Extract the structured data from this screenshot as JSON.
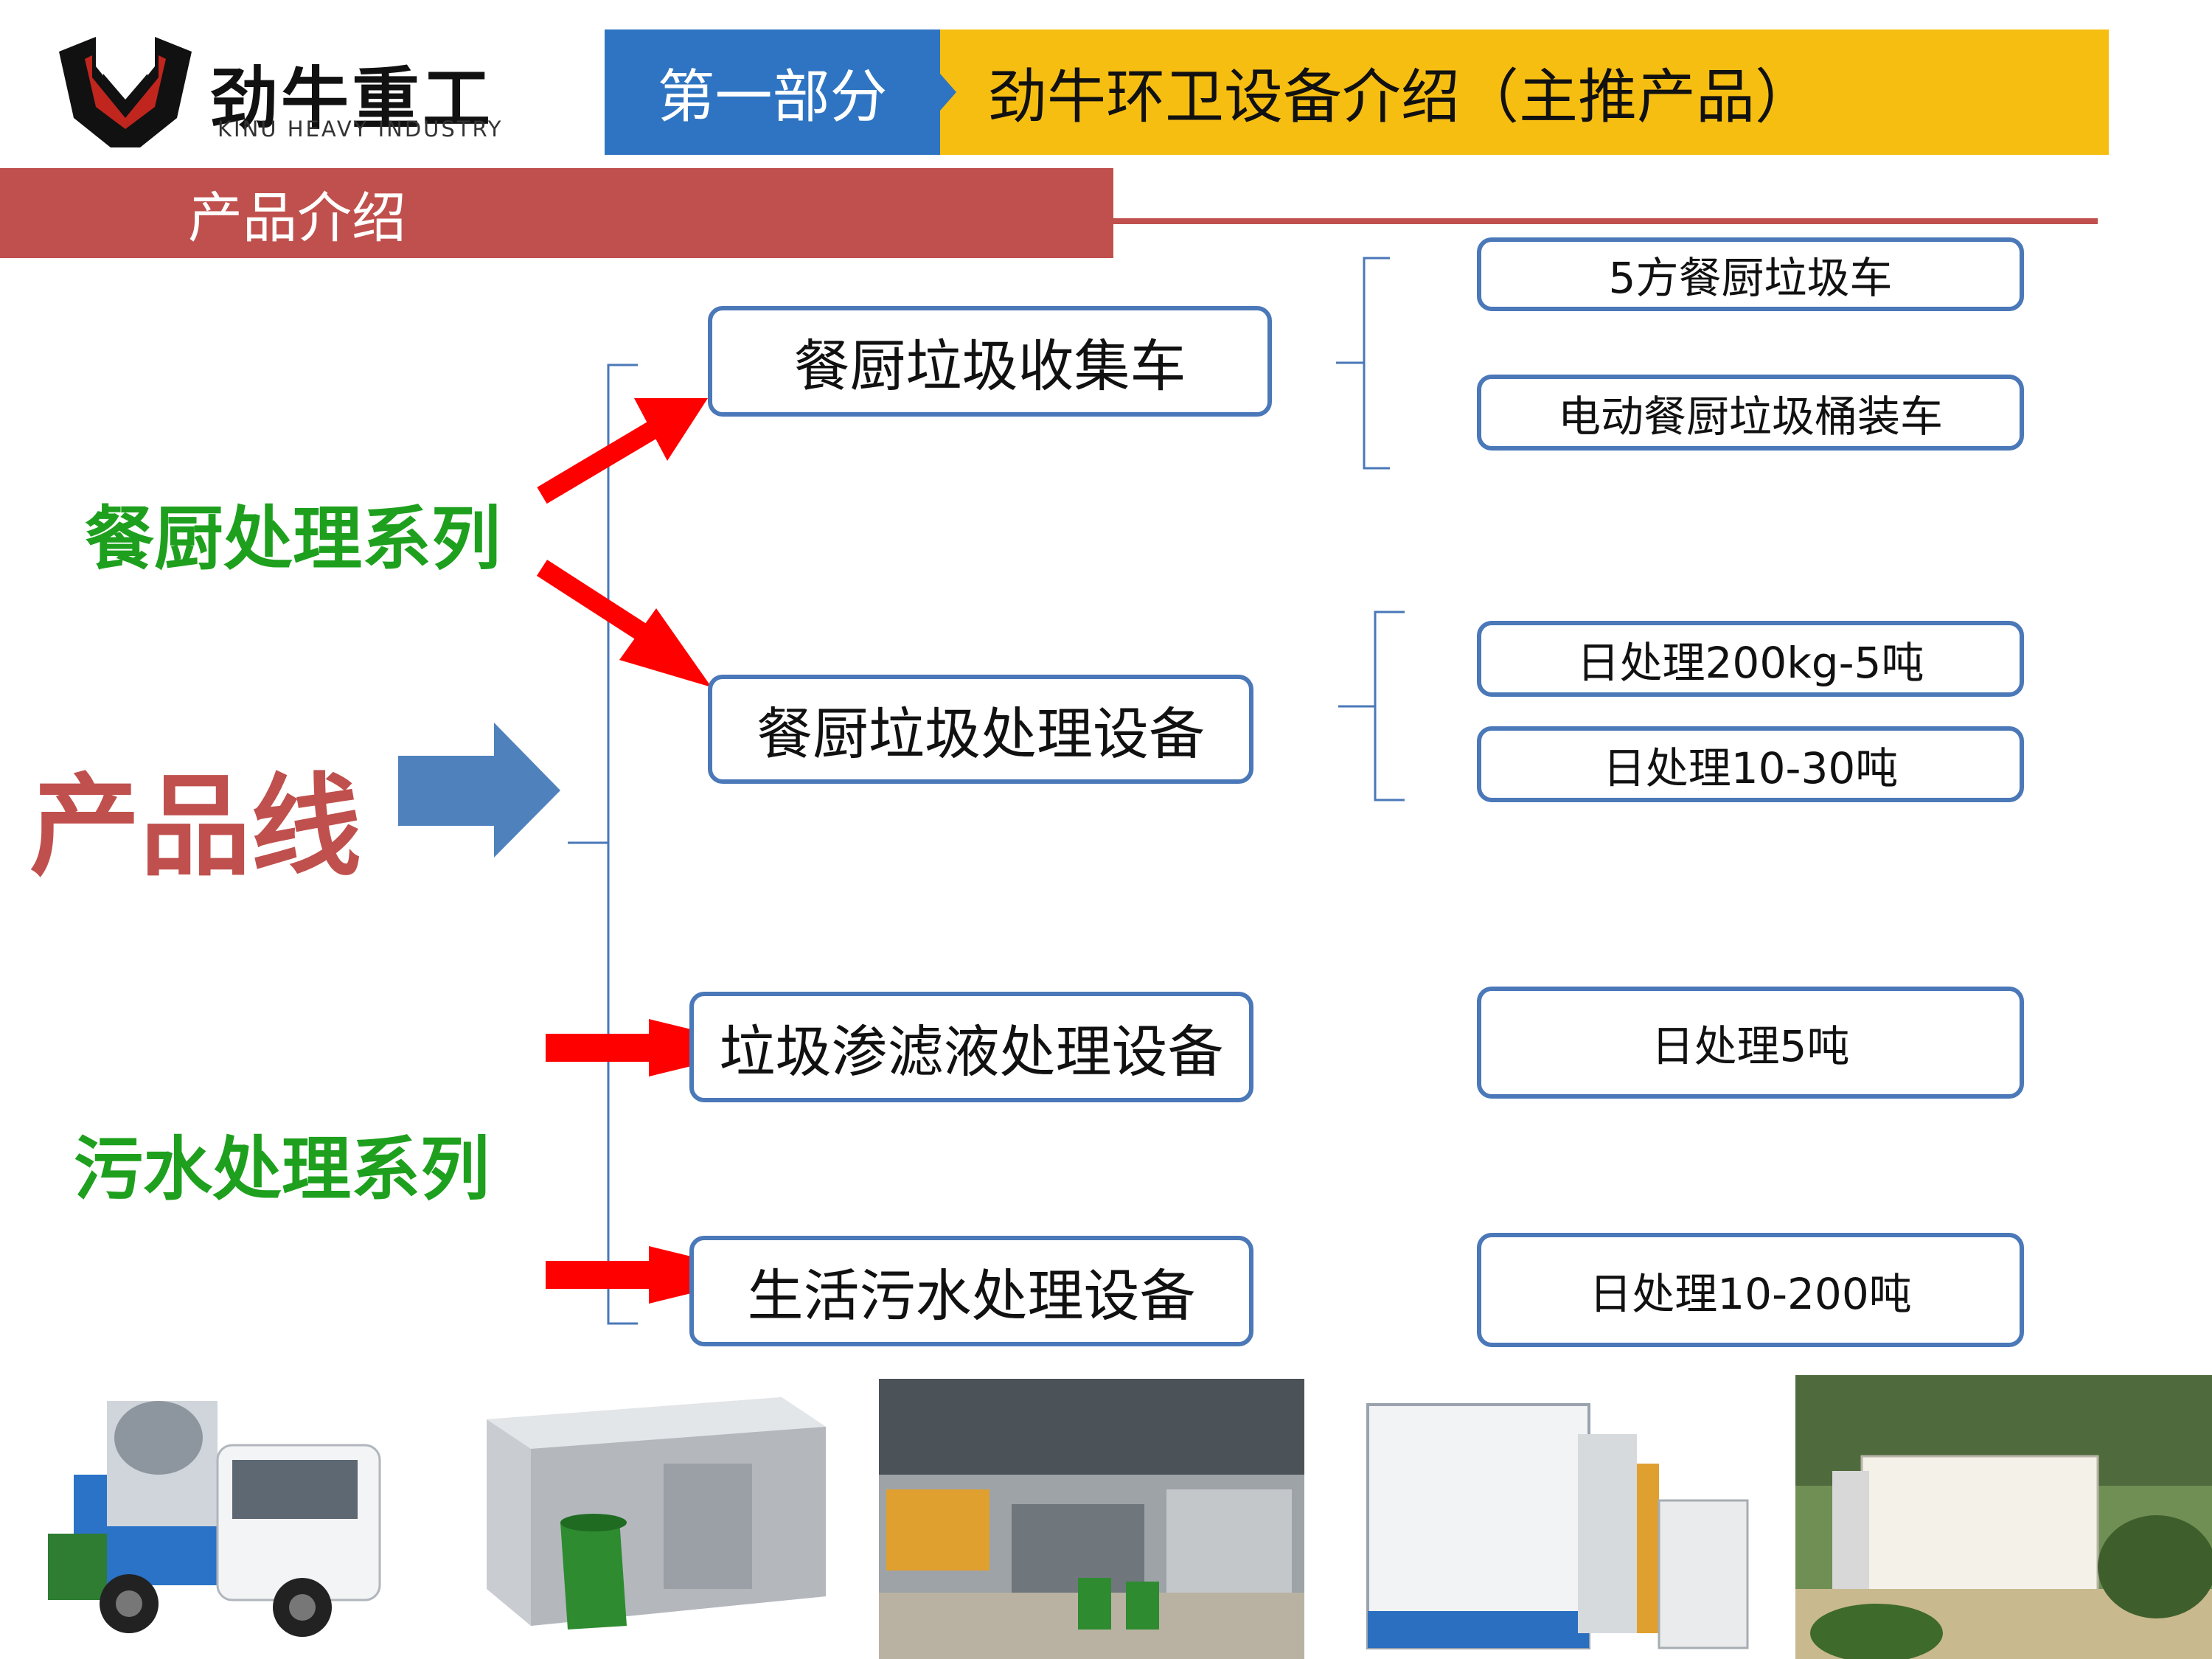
{
  "logo": {
    "name": "劲牛重工",
    "subtitle": "KINU HEAVY INDUSTRY"
  },
  "header": {
    "section_label": "第一部分",
    "title": "劲牛环卫设备介绍（主推产品）"
  },
  "subtitle": "产品介绍",
  "left": {
    "product_line": "产品线",
    "series_kitchen": "餐厨处理系列",
    "series_sewage": "污水处理系列"
  },
  "main_boxes": [
    "餐厨垃圾收集车",
    "餐厨垃圾处理设备",
    "垃圾渗滤液处理设备",
    "生活污水处理设备"
  ],
  "sub_boxes": [
    "5方餐厨垃圾车",
    "电动餐厨垃圾桶装车",
    "日处理200kg-5吨",
    "日处理10-30吨",
    "日处理5吨",
    "日处理10-200吨"
  ],
  "colors": {
    "blue": "#2e74c2",
    "yellow": "#f7be12",
    "red_bar": "#c0504d",
    "green_label": "#1ea01e",
    "box_border": "#4a78b8",
    "arrow_red": "#ff0000",
    "arrow_blue": "#4f81bd"
  },
  "icons": [
    "kinu-logo-icon",
    "blue-right-arrow-icon",
    "red-arrow-icon"
  ]
}
